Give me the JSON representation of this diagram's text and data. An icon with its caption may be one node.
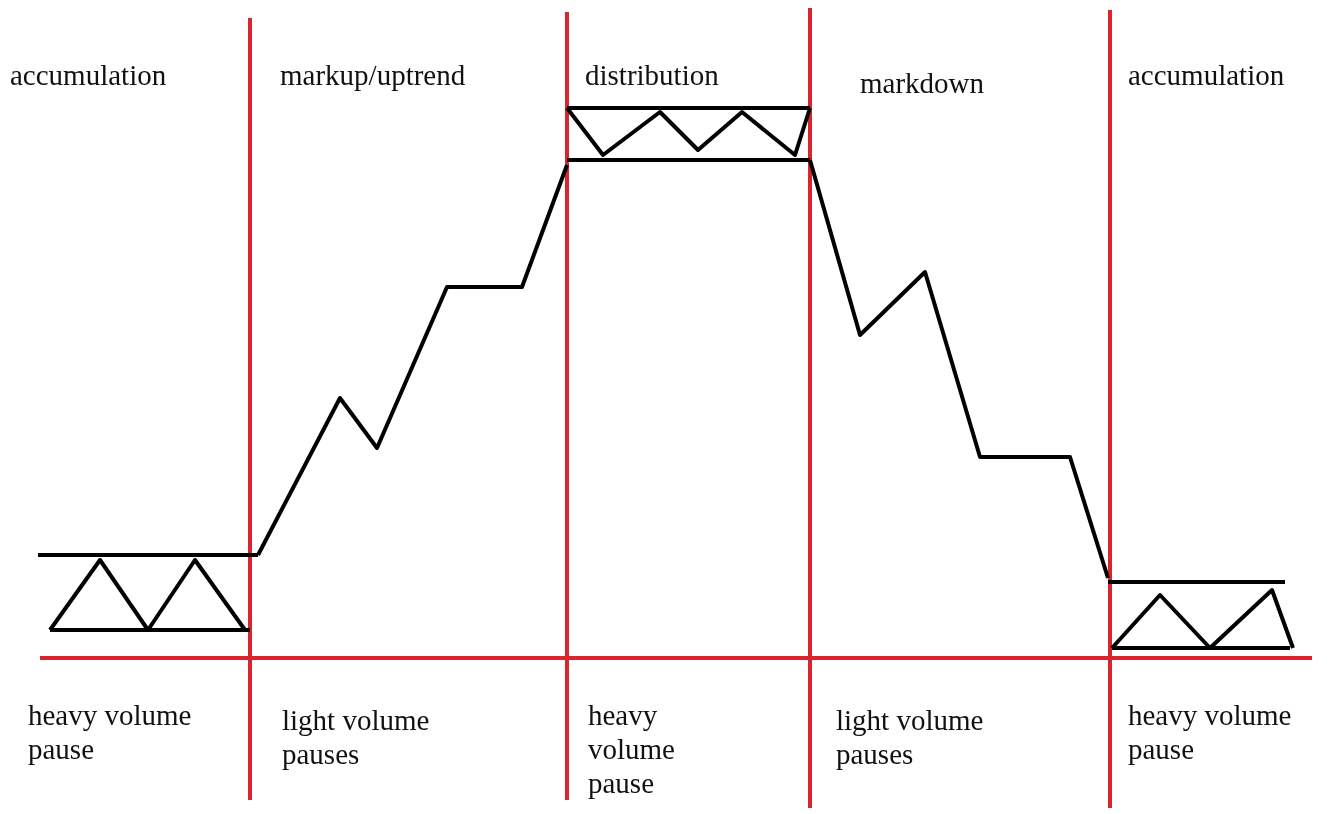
{
  "diagram": {
    "labels": [
      "accumulation",
      "markup/uptrend",
      "distribution",
      "markdown",
      "accumulation",
      "heavy volume pause",
      "light volume pauses",
      "heavy volume pause",
      "light volume pauses",
      "heavy volume pause"
    ]
  }
}
